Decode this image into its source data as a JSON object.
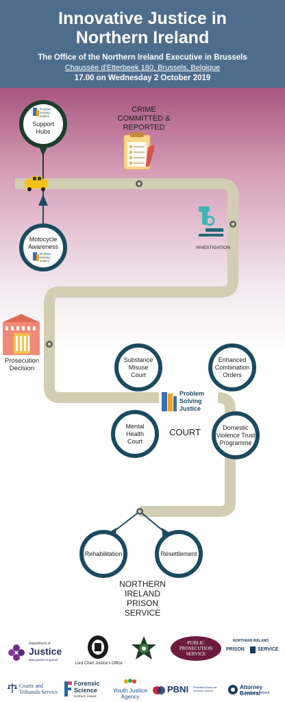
{
  "header": {
    "title_line1": "Innovative Justice in",
    "title_line2": "Northern Ireland",
    "subtitle": "The Office of the Northern Ireland Executive in Brussels",
    "address": "Chaussée d'Etterbeek 180, Brussels, Belgique",
    "datetime": "17.00 on Wednesday 2 October 2019"
  },
  "stages": {
    "crime_line1": "CRIME",
    "crime_line2": "COMMITTED &",
    "crime_line3": "REPORTED",
    "investigation": "INVESTIGATION",
    "prosecution_line1": "Prosecution",
    "prosecution_line2": "Decision",
    "court": "COURT",
    "prison_line1": "NORTHERN",
    "prison_line2": "IRELAND",
    "prison_line3": "PRISON",
    "prison_line4": "SERVICE"
  },
  "circles": {
    "support_hubs_1": "Support",
    "support_hubs_2": "Hubs",
    "motocycle_1": "Motocycle",
    "motocycle_2": "Awareness",
    "substance_1": "Substance",
    "substance_2": "Misuse",
    "substance_3": "Court",
    "enhanced_1": "Enhanced",
    "enhanced_2": "Combination",
    "enhanced_3": "Orders",
    "mental_1": "Mental",
    "mental_2": "Health",
    "mental_3": "Court",
    "domestic_1": "Domestic",
    "domestic_2": "Violence Trust",
    "domestic_3": "Programme",
    "rehabilitation": "Rehabilitation",
    "resettlement": "Resettlement"
  },
  "psj": {
    "line1": "Problem",
    "line2": "Solving",
    "line3": "Justice"
  },
  "mini_psj": {
    "line1": "Problem",
    "line2": "Solving",
    "line3": "Justice"
  },
  "logos": {
    "doj_top": "Department of",
    "doj_main": "Justice",
    "doj_url": "www.justice-ni.gov.uk",
    "lcj": "Lord Chief Justice's Office",
    "pps_1": "PUBLIC",
    "pps_2": "PROSECUTION",
    "pps_3": "SERVICE",
    "nips_top": "NORTHERN IRELAND",
    "nips_left": "PRISON",
    "nips_right": "SERVICE",
    "courts_1": "Courts and",
    "courts_2": "Tribunals Service",
    "fsni_1": "Forensic",
    "fsni_2": "Science",
    "fsni_3": "Northern Ireland",
    "yja_1": "Youth Justice",
    "yja_2": "Agency",
    "pbni_main": "PBNI",
    "pbni_sub": "Probation Board for Northern Ireland",
    "ag_1": "Attorney General",
    "ag_2": "for Northern Ireland"
  },
  "colors": {
    "header_bg": "#4e6d8c",
    "road": "#d2cdb3",
    "circle_border": "#1b4a60",
    "support_circle_border": "#1c3c2c"
  }
}
